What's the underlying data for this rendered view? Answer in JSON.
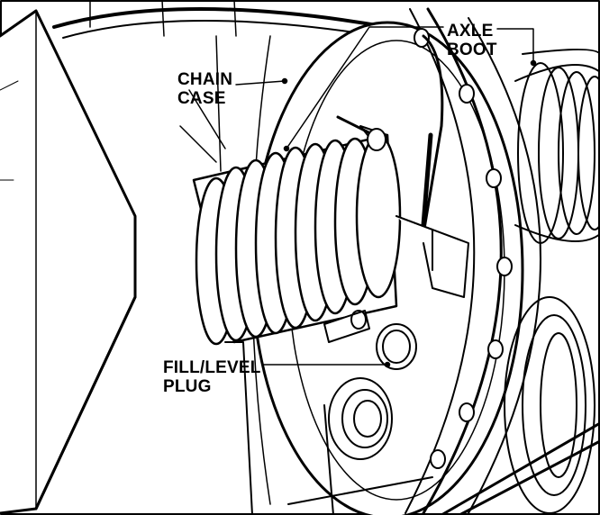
{
  "labels": {
    "chain_case": {
      "line1": "CHAIN",
      "line2": "CASE"
    },
    "axle_boot": {
      "line1": "AXLE",
      "line2": "BOOT"
    },
    "fill_level_plug": {
      "line1": "FILL/LEVEL",
      "line2": "PLUG"
    }
  },
  "colors": {
    "ink": "#000000",
    "paper": "#ffffff"
  }
}
